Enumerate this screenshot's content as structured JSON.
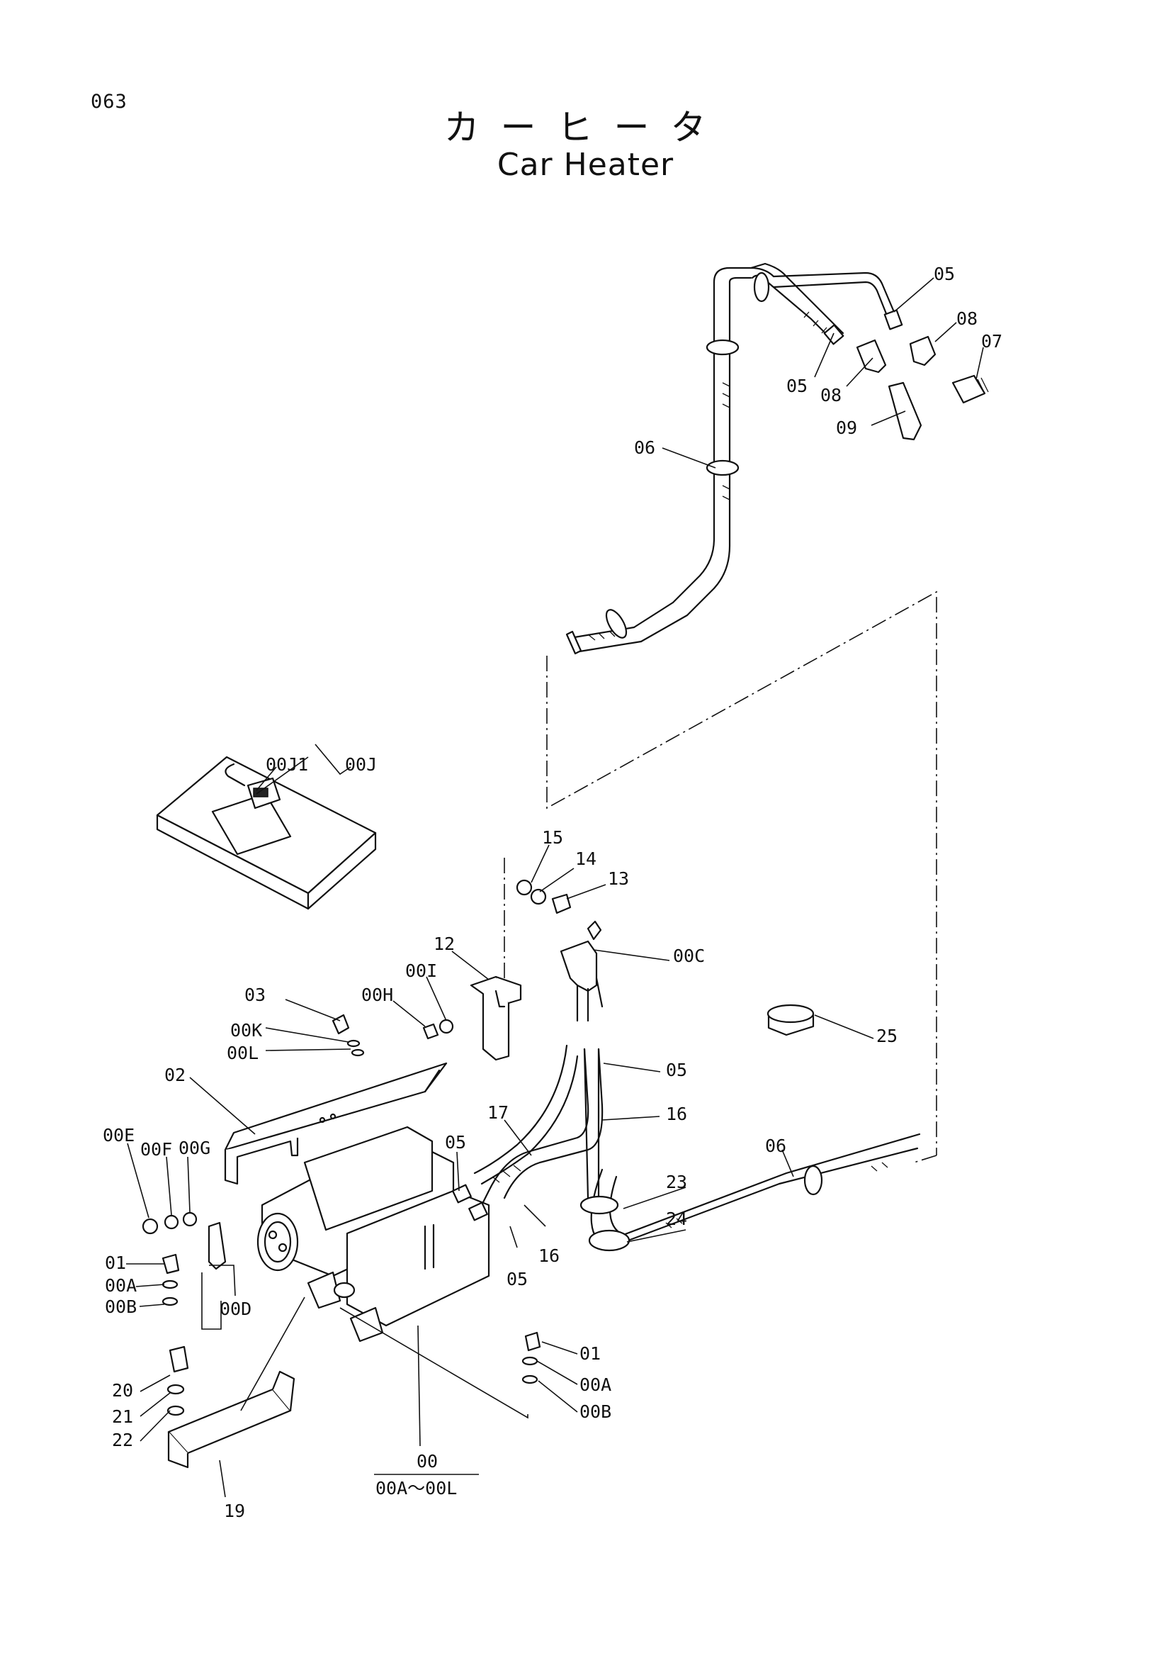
{
  "page": {
    "number": "063",
    "title_jp": "カーヒータ",
    "title_en": "Car Heater"
  },
  "callouts": [
    {
      "id": "c-05-a",
      "text": "05"
    },
    {
      "id": "c-08-a",
      "text": "08"
    },
    {
      "id": "c-07",
      "text": "07"
    },
    {
      "id": "c-05-b",
      "text": "05"
    },
    {
      "id": "c-08-b",
      "text": "08"
    },
    {
      "id": "c-09",
      "text": "09"
    },
    {
      "id": "c-06-a",
      "text": "06"
    },
    {
      "id": "c-00J1",
      "text": "00J1"
    },
    {
      "id": "c-00J",
      "text": "00J"
    },
    {
      "id": "c-15",
      "text": "15"
    },
    {
      "id": "c-14",
      "text": "14"
    },
    {
      "id": "c-13",
      "text": "13"
    },
    {
      "id": "c-12",
      "text": "12"
    },
    {
      "id": "c-00C",
      "text": "00C"
    },
    {
      "id": "c-00I",
      "text": "00I"
    },
    {
      "id": "c-00H",
      "text": "00H"
    },
    {
      "id": "c-03",
      "text": "03"
    },
    {
      "id": "c-00K",
      "text": "00K"
    },
    {
      "id": "c-00L",
      "text": "00L"
    },
    {
      "id": "c-25",
      "text": "25"
    },
    {
      "id": "c-05-c",
      "text": "05"
    },
    {
      "id": "c-02",
      "text": "02"
    },
    {
      "id": "c-17",
      "text": "17"
    },
    {
      "id": "c-16-a",
      "text": "16"
    },
    {
      "id": "c-06-b",
      "text": "06"
    },
    {
      "id": "c-00E",
      "text": "00E"
    },
    {
      "id": "c-00F",
      "text": "00F"
    },
    {
      "id": "c-00G",
      "text": "00G"
    },
    {
      "id": "c-05-d",
      "text": "05"
    },
    {
      "id": "c-23",
      "text": "23"
    },
    {
      "id": "c-24",
      "text": "24"
    },
    {
      "id": "c-01-a",
      "text": "01"
    },
    {
      "id": "c-00A-a",
      "text": "00A"
    },
    {
      "id": "c-00B-a",
      "text": "00B"
    },
    {
      "id": "c-00D",
      "text": "00D"
    },
    {
      "id": "c-16-b",
      "text": "16"
    },
    {
      "id": "c-05-e",
      "text": "05"
    },
    {
      "id": "c-01-b",
      "text": "01"
    },
    {
      "id": "c-00A-b",
      "text": "00A"
    },
    {
      "id": "c-00B-b",
      "text": "00B"
    },
    {
      "id": "c-20",
      "text": "20"
    },
    {
      "id": "c-21",
      "text": "21"
    },
    {
      "id": "c-22",
      "text": "22"
    },
    {
      "id": "c-00",
      "text": "00"
    },
    {
      "id": "c-00range",
      "text": "00A～00L"
    },
    {
      "id": "c-19",
      "text": "19"
    }
  ]
}
